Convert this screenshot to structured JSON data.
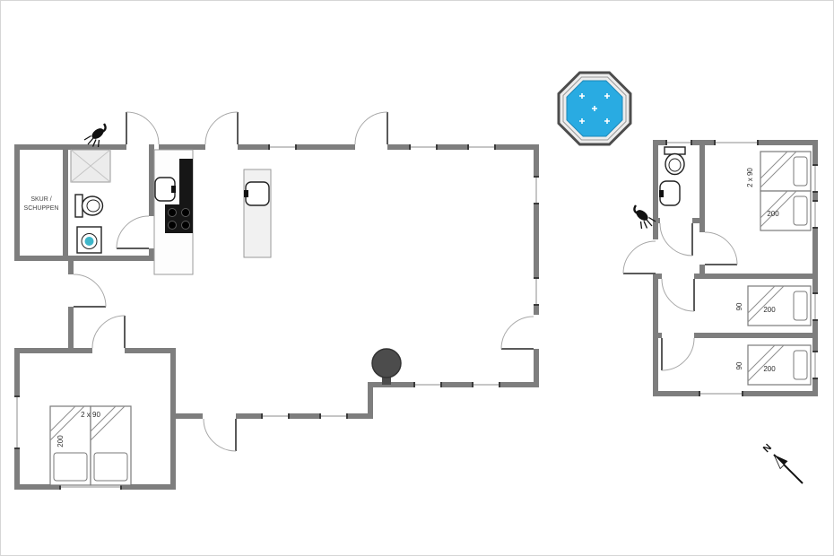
{
  "colors": {
    "wall": "#7e7e7e",
    "hot_tub_water": "#29abe2"
  },
  "shed": {
    "label_line1": "SKUR /",
    "label_line2": "SCHUPPEN"
  },
  "main_house": {
    "bedroom": {
      "bed_size": "2 x 90",
      "bed_length": "200"
    }
  },
  "annex": {
    "bedroom_top": {
      "bed_size": "2 x 90",
      "bed_length": "200"
    },
    "bedroom_middle": {
      "bed_size": "90",
      "bed_length": "200"
    },
    "bedroom_bottom": {
      "bed_size": "90",
      "bed_length": "200"
    }
  },
  "compass": {
    "north_label": "N"
  },
  "icons": {
    "shower_head": "shower-head-icon",
    "toilet": "toilet-icon",
    "washbasin": "washbasin-icon",
    "washing_machine": "washing-machine-icon",
    "kitchen_sink": "sink-icon",
    "cooktop": "cooktop-icon",
    "wood_stove": "wood-stove-icon",
    "hot_tub": "hot-tub-icon",
    "north_arrow": "north-arrow-icon"
  }
}
